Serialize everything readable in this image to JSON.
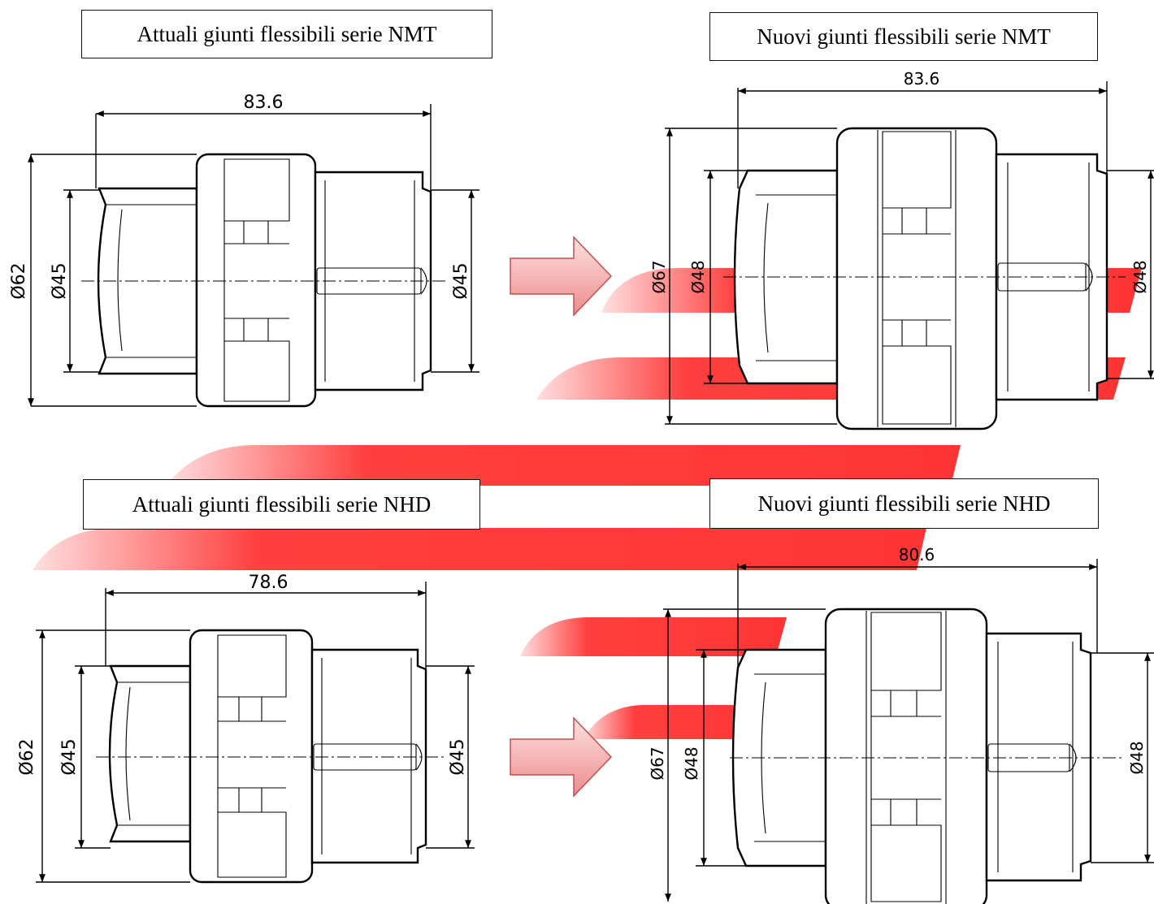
{
  "panels": [
    {
      "id": "nmt-current",
      "title": "Attuali giunti flessibili serie NMT",
      "dims": {
        "length": "83.6",
        "outer": "Ø62",
        "left": "Ø45",
        "right": "Ø45"
      }
    },
    {
      "id": "nmt-new",
      "title": "Nuovi giunti flessibili serie NMT",
      "dims": {
        "length": "83.6",
        "outer": "Ø67",
        "left": "Ø48",
        "right": "Ø48"
      }
    },
    {
      "id": "nhd-current",
      "title": "Attuali giunti flessibili serie NHD",
      "dims": {
        "length": "78.6",
        "outer": "Ø62",
        "left": "Ø45",
        "right": "Ø45"
      }
    },
    {
      "id": "nhd-new",
      "title": "Nuovi giunti flessibili serie NHD",
      "dims": {
        "length": "80.6",
        "outer": "Ø67",
        "left": "Ø48",
        "right": "Ø48"
      }
    }
  ],
  "colors": {
    "accent": "#ff3b3b",
    "arrow_fill": "#f4a6a6",
    "arrow_stroke": "#c0504d",
    "line": "#000000"
  }
}
